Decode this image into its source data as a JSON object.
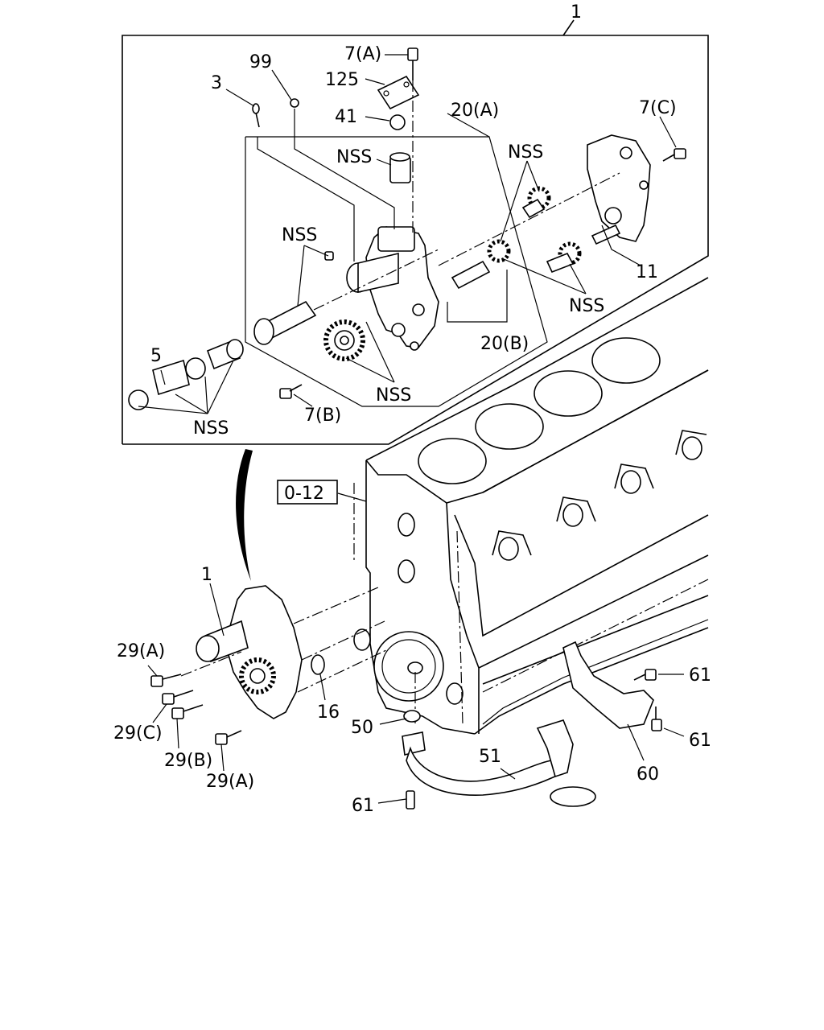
{
  "callouts": {
    "c1_top": "1",
    "c99": "99",
    "c3": "3",
    "c7a": "7(A)",
    "c125": "125",
    "c41": "41",
    "c20a": "20(A)",
    "c7c": "7(C)",
    "c_nss_cap": "NSS",
    "c_nss_gear_right": "NSS",
    "c_nss_shaft": "NSS",
    "c_nss_gear_lower": "NSS",
    "c11": "11",
    "c5": "5",
    "c_nss_relief": "NSS",
    "c20b": "20(B)",
    "c_nss_drive": "NSS",
    "c7b": "7(B)",
    "c_ref": "0-12",
    "c1_lower": "1",
    "c29a_top": "29(A)",
    "c29c": "29(C)",
    "c29b": "29(B)",
    "c29a_bottom": "29(A)",
    "c16": "16",
    "c50": "50",
    "c51": "51",
    "c60": "60",
    "c61_top": "61",
    "c61_mid": "61",
    "c61_bottom": "61"
  }
}
